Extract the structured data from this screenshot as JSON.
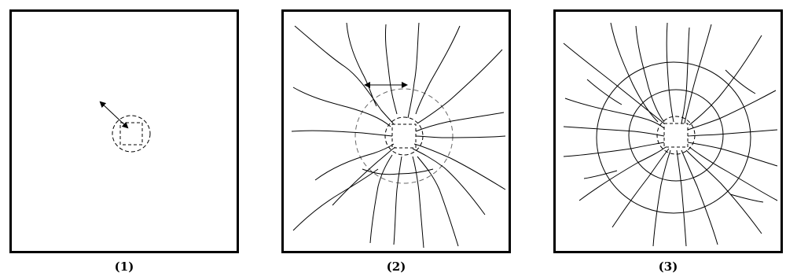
{
  "panels": [
    {
      "label": "(1)"
    },
    {
      "label": "(2)"
    },
    {
      "label": "(3)"
    }
  ]
}
